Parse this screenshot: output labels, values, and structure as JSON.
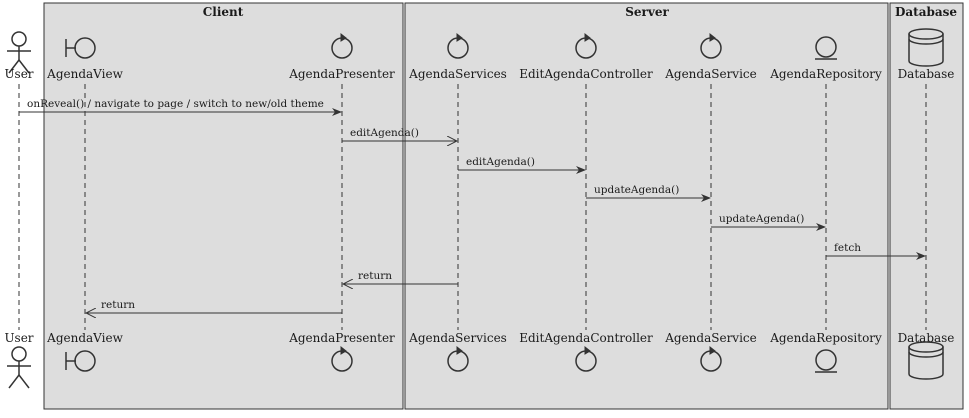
{
  "boxes": [
    {
      "title": "Client"
    },
    {
      "title": "Server"
    },
    {
      "title": "Database"
    }
  ],
  "participants": [
    {
      "name": "User",
      "type": "actor"
    },
    {
      "name": "AgendaView",
      "type": "boundary"
    },
    {
      "name": "AgendaPresenter",
      "type": "control"
    },
    {
      "name": "AgendaServices",
      "type": "control"
    },
    {
      "name": "EditAgendaController",
      "type": "control"
    },
    {
      "name": "AgendaService",
      "type": "control"
    },
    {
      "name": "AgendaRepository",
      "type": "entity"
    },
    {
      "name": "Database",
      "type": "database"
    }
  ],
  "messages": [
    {
      "label": "onReveal() / navigate to page / switch to new/old theme",
      "from": "User",
      "to": "AgendaPresenter",
      "style": "sync"
    },
    {
      "label": "editAgenda()",
      "from": "AgendaPresenter",
      "to": "AgendaServices",
      "style": "async"
    },
    {
      "label": "editAgenda()",
      "from": "AgendaServices",
      "to": "EditAgendaController",
      "style": "sync"
    },
    {
      "label": "updateAgenda()",
      "from": "EditAgendaController",
      "to": "AgendaService",
      "style": "sync"
    },
    {
      "label": "updateAgenda()",
      "from": "AgendaService",
      "to": "AgendaRepository",
      "style": "sync"
    },
    {
      "label": "fetch",
      "from": "AgendaRepository",
      "to": "Database",
      "style": "sync"
    },
    {
      "label": "return",
      "from": "AgendaServices",
      "to": "AgendaPresenter",
      "style": "return"
    },
    {
      "label": "return",
      "from": "AgendaPresenter",
      "to": "AgendaView",
      "style": "return"
    }
  ],
  "colors": {
    "box_fill": "#dddddd",
    "line": "#333333",
    "text": "#1a1a1a"
  }
}
